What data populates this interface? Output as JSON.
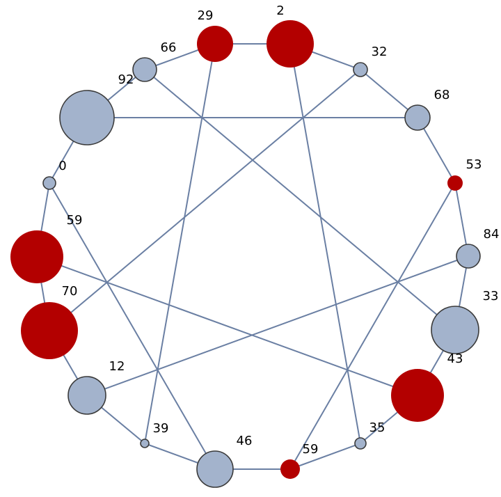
{
  "graph": {
    "colors": {
      "red": "#b30000",
      "blue": "#a3b3cc",
      "edge": "#6a7fa3",
      "stroke": "#3a3a3a"
    },
    "nodes": [
      {
        "label": "29",
        "group": "red"
      },
      {
        "label": "2",
        "group": "red"
      },
      {
        "label": "32",
        "group": "blue"
      },
      {
        "label": "68",
        "group": "blue"
      },
      {
        "label": "53",
        "group": "red"
      },
      {
        "label": "84",
        "group": "blue"
      },
      {
        "label": "33",
        "group": "blue"
      },
      {
        "label": "43",
        "group": "red"
      },
      {
        "label": "35",
        "group": "blue"
      },
      {
        "label": "59",
        "group": "red"
      },
      {
        "label": "46",
        "group": "blue"
      },
      {
        "label": "39",
        "group": "blue"
      },
      {
        "label": "12",
        "group": "blue"
      },
      {
        "label": "70",
        "group": "red"
      },
      {
        "label": "59",
        "group": "red"
      },
      {
        "label": "0",
        "group": "blue"
      },
      {
        "label": "92",
        "group": "blue"
      },
      {
        "label": "66",
        "group": "blue"
      }
    ],
    "edges": [
      [
        0,
        1
      ],
      [
        1,
        2
      ],
      [
        2,
        3
      ],
      [
        3,
        4
      ],
      [
        4,
        5
      ],
      [
        5,
        6
      ],
      [
        6,
        7
      ],
      [
        7,
        8
      ],
      [
        8,
        9
      ],
      [
        9,
        10
      ],
      [
        10,
        11
      ],
      [
        11,
        12
      ],
      [
        12,
        13
      ],
      [
        13,
        14
      ],
      [
        14,
        15
      ],
      [
        15,
        16
      ],
      [
        16,
        17
      ],
      [
        17,
        0
      ],
      [
        0,
        11
      ],
      [
        1,
        8
      ],
      [
        2,
        13
      ],
      [
        3,
        16
      ],
      [
        4,
        9
      ],
      [
        5,
        12
      ],
      [
        6,
        17
      ],
      [
        7,
        14
      ],
      [
        10,
        15
      ]
    ]
  }
}
